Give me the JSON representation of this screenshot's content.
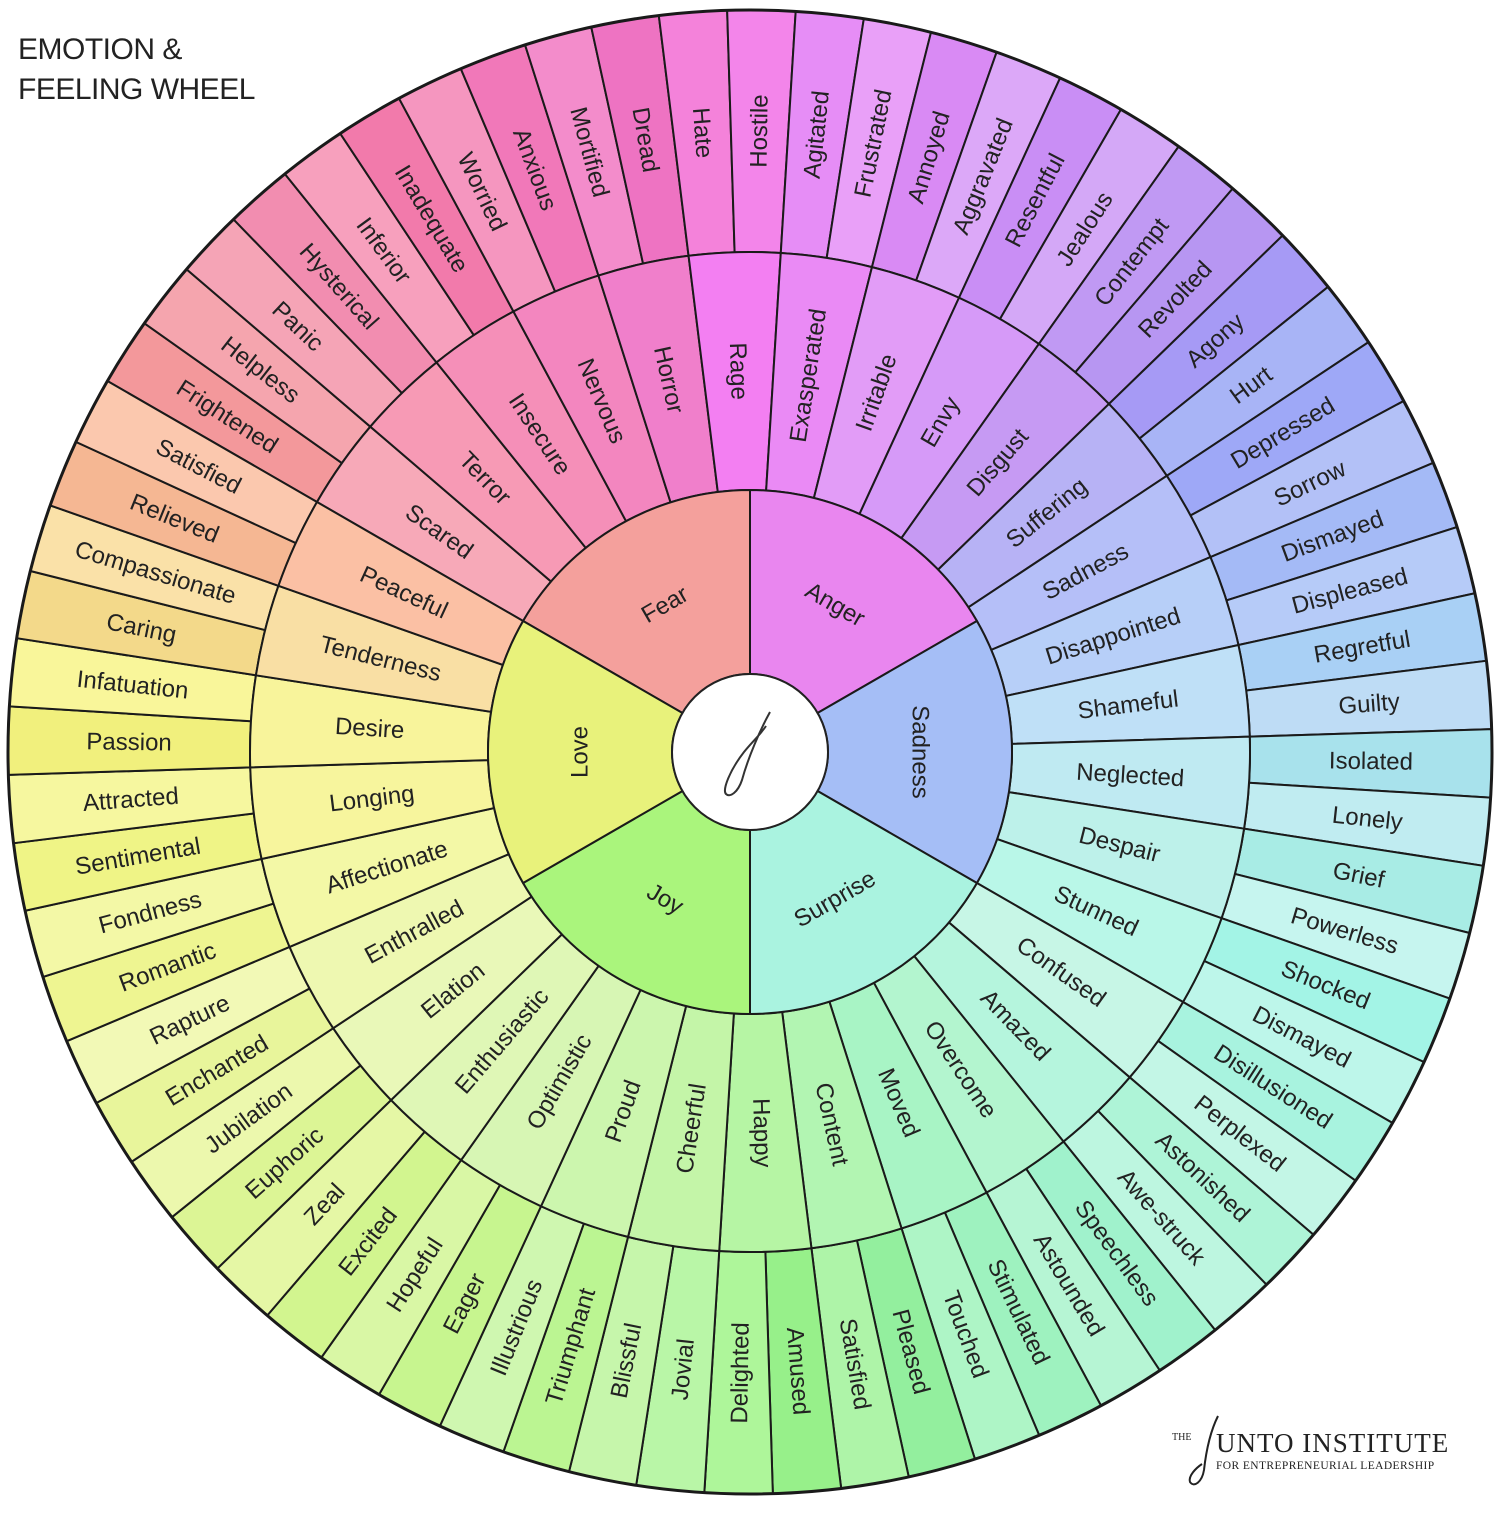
{
  "title": {
    "line1": "EMOTION &",
    "line2": "FEELING WHEEL"
  },
  "logo": {
    "the": "THE",
    "name": "UNTO INSTITUTE",
    "tagline": "FOR ENTREPRENEURIAL LEADERSHIP",
    "icon": "quill-j-logo"
  },
  "center_icon": "quill-j-logo",
  "core": [
    {
      "label": "Fear",
      "color": "#f4a09c"
    },
    {
      "label": "Anger",
      "color": "#e986ef"
    },
    {
      "label": "Sadness",
      "color": "#a5bef6"
    },
    {
      "label": "Surprise",
      "color": "#aaf3e0"
    },
    {
      "label": "Joy",
      "color": "#aaf57c"
    },
    {
      "label": "Love",
      "color": "#e8f27b"
    }
  ],
  "middle": [
    {
      "label": "Scared",
      "color": "#f7a9b8"
    },
    {
      "label": "Terror",
      "color": "#f79ab5"
    },
    {
      "label": "Insecure",
      "color": "#f58fb8"
    },
    {
      "label": "Nervous",
      "color": "#f386bf"
    },
    {
      "label": "Horror",
      "color": "#f07fcb"
    },
    {
      "label": "Rage",
      "color": "#f37ff2"
    },
    {
      "label": "Exasperated",
      "color": "#ea8af5"
    },
    {
      "label": "Irritable",
      "color": "#e29cf7"
    },
    {
      "label": "Envy",
      "color": "#d69af8"
    },
    {
      "label": "Disgust",
      "color": "#c69af3"
    },
    {
      "label": "Suffering",
      "color": "#b7b2f5"
    },
    {
      "label": "Sadness",
      "color": "#b5bff8"
    },
    {
      "label": "Disappointed",
      "color": "#b7cff8"
    },
    {
      "label": "Shameful",
      "color": "#bfe0f7"
    },
    {
      "label": "Neglected",
      "color": "#bfeaf2"
    },
    {
      "label": "Despair",
      "color": "#bdf1ea"
    },
    {
      "label": "Stunned",
      "color": "#b9f7e8"
    },
    {
      "label": "Confused",
      "color": "#c7f6e6"
    },
    {
      "label": "Amazed",
      "color": "#b5f5dd"
    },
    {
      "label": "Overcome",
      "color": "#b3f5cf"
    },
    {
      "label": "Moved",
      "color": "#a8f4c5"
    },
    {
      "label": "Content",
      "color": "#b2f5b2"
    },
    {
      "label": "Happy",
      "color": "#b6f5a4"
    },
    {
      "label": "Cheerful",
      "color": "#c4f5a8"
    },
    {
      "label": "Proud",
      "color": "#ccf6ae"
    },
    {
      "label": "Optimistic",
      "color": "#d7f6b4"
    },
    {
      "label": "Enthusiastic",
      "color": "#dff7b6"
    },
    {
      "label": "Elation",
      "color": "#e9f8b8"
    },
    {
      "label": "Enthralled",
      "color": "#eef8b1"
    },
    {
      "label": "Affectionate",
      "color": "#f3f8a6"
    },
    {
      "label": "Longing",
      "color": "#f7f59d"
    },
    {
      "label": "Desire",
      "color": "#f8f49b"
    },
    {
      "label": "Tenderness",
      "color": "#f9dfa4"
    },
    {
      "label": "Peaceful",
      "color": "#fbc0a4"
    }
  ],
  "outer": [
    {
      "label": "Frightened",
      "color": "#f3989b"
    },
    {
      "label": "Helpless",
      "color": "#f5a5ae"
    },
    {
      "label": "Panic",
      "color": "#f5a4b6"
    },
    {
      "label": "Hysterical",
      "color": "#f28db0"
    },
    {
      "label": "Inferior",
      "color": "#f7a0bd"
    },
    {
      "label": "Inadequate",
      "color": "#f27aab"
    },
    {
      "label": "Worried",
      "color": "#f596bf"
    },
    {
      "label": "Anxious",
      "color": "#f178b9"
    },
    {
      "label": "Mortified",
      "color": "#f38ccb"
    },
    {
      "label": "Dread",
      "color": "#ee73c2"
    },
    {
      "label": "Hate",
      "color": "#f482da"
    },
    {
      "label": "Hostile",
      "color": "#f385ea"
    },
    {
      "label": "Agitated",
      "color": "#e68df6"
    },
    {
      "label": "Frustrated",
      "color": "#e9a0f8"
    },
    {
      "label": "Annoyed",
      "color": "#d98af4"
    },
    {
      "label": "Aggravated",
      "color": "#dca8f8"
    },
    {
      "label": "Resentful",
      "color": "#c98ef5"
    },
    {
      "label": "Jealous",
      "color": "#d4a8f7"
    },
    {
      "label": "Contempt",
      "color": "#c099f3"
    },
    {
      "label": "Revolted",
      "color": "#b796f2"
    },
    {
      "label": "Agony",
      "color": "#a69af5"
    },
    {
      "label": "Hurt",
      "color": "#a8b4f6"
    },
    {
      "label": "Depressed",
      "color": "#9ea8f7"
    },
    {
      "label": "Sorrow",
      "color": "#b3c1f7"
    },
    {
      "label": "Dismayed",
      "color": "#a4baf6"
    },
    {
      "label": "Displeased",
      "color": "#b6cbf8"
    },
    {
      "label": "Regretful",
      "color": "#a9d0f5"
    },
    {
      "label": "Guilty",
      "color": "#bedcf5"
    },
    {
      "label": "Isolated",
      "color": "#a8e2ec"
    },
    {
      "label": "Lonely",
      "color": "#c0ecf1"
    },
    {
      "label": "Grief",
      "color": "#a8ece5"
    },
    {
      "label": "Powerless",
      "color": "#c6f5ef"
    },
    {
      "label": "Shocked",
      "color": "#a3f4e6"
    },
    {
      "label": "Dismayed",
      "color": "#bdf6ea"
    },
    {
      "label": "Disillusioned",
      "color": "#a8f3df"
    },
    {
      "label": "Perplexed",
      "color": "#c3f6e6"
    },
    {
      "label": "Astonished",
      "color": "#aef4d7"
    },
    {
      "label": "Awe-struck",
      "color": "#bdf6e0"
    },
    {
      "label": "Speechless",
      "color": "#a0f2cc"
    },
    {
      "label": "Astounded",
      "color": "#b6f5d4"
    },
    {
      "label": "Stimulated",
      "color": "#9ef2bf"
    },
    {
      "label": "Touched",
      "color": "#aef5c6"
    },
    {
      "label": "Pleased",
      "color": "#93ef9e"
    },
    {
      "label": "Satisfied",
      "color": "#aef4a8"
    },
    {
      "label": "Amused",
      "color": "#97f08a"
    },
    {
      "label": "Delighted",
      "color": "#aef69a"
    },
    {
      "label": "Jovial",
      "color": "#b9f6a7"
    },
    {
      "label": "Blissful",
      "color": "#c6f6ab"
    },
    {
      "label": "Triumphant",
      "color": "#bbf592"
    },
    {
      "label": "Illustrious",
      "color": "#cff7b0"
    },
    {
      "label": "Eager",
      "color": "#c7f58f"
    },
    {
      "label": "Hopeful",
      "color": "#d9f7a5"
    },
    {
      "label": "Excited",
      "color": "#d2f58f"
    },
    {
      "label": "Zeal",
      "color": "#e5f7a5"
    },
    {
      "label": "Euphoric",
      "color": "#dcf595"
    },
    {
      "label": "Jubilation",
      "color": "#ecf8ad"
    },
    {
      "label": "Enchanted",
      "color": "#e8f59b"
    },
    {
      "label": "Rapture",
      "color": "#f2f9b6"
    },
    {
      "label": "Romantic",
      "color": "#eef591"
    },
    {
      "label": "Fondness",
      "color": "#f3f8a6"
    },
    {
      "label": "Sentimental",
      "color": "#eff486"
    },
    {
      "label": "Attracted",
      "color": "#f6f79f"
    },
    {
      "label": "Passion",
      "color": "#f1f07d"
    },
    {
      "label": "Infatuation",
      "color": "#f9f69a"
    },
    {
      "label": "Caring",
      "color": "#f3d98a"
    },
    {
      "label": "Compassionate",
      "color": "#fae1a8"
    },
    {
      "label": "Relieved",
      "color": "#f5b793"
    },
    {
      "label": "Satisfied",
      "color": "#fbc8ae"
    }
  ]
}
